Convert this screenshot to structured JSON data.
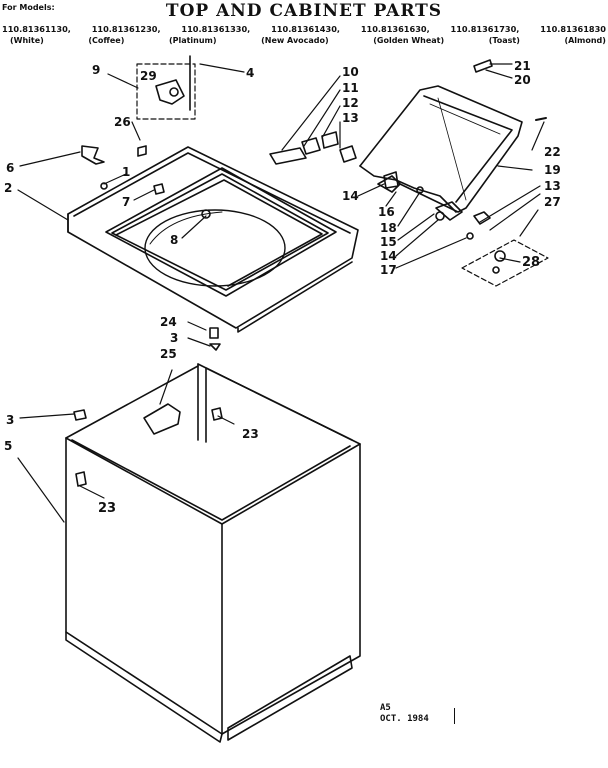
{
  "header": {
    "for_models_label": "For Models:",
    "title": "TOP AND CABINET PARTS",
    "models": [
      "110.81361130,",
      "110.81361230,",
      "110.81361330,",
      "110.81361430,",
      "110.81361630,",
      "110.81361730,",
      "110.81361830"
    ],
    "colors": [
      "(White)",
      "(Coffee)",
      "(Platinum)",
      "(New Avocado)",
      "(Golden Wheat)",
      "(Toast)",
      "(Almond)"
    ]
  },
  "callouts": {
    "c1": "1",
    "c2": "2",
    "c3a": "3",
    "c3b": "3",
    "c4": "4",
    "c5": "5",
    "c6": "6",
    "c7": "7",
    "c8": "8",
    "c9": "9",
    "c10": "10",
    "c11": "11",
    "c12": "12",
    "c13a": "13",
    "c13b": "13",
    "c14a": "14",
    "c14b": "14",
    "c15": "15",
    "c16": "16",
    "c17": "17",
    "c18": "18",
    "c19": "19",
    "c20": "20",
    "c21": "21",
    "c22": "22",
    "c23a": "23",
    "c23b": "23",
    "c24": "24",
    "c25": "25",
    "c26": "26",
    "c27": "27",
    "c28": "28",
    "c29": "29"
  },
  "footer": {
    "code": "A5",
    "date": "OCT. 1984"
  }
}
